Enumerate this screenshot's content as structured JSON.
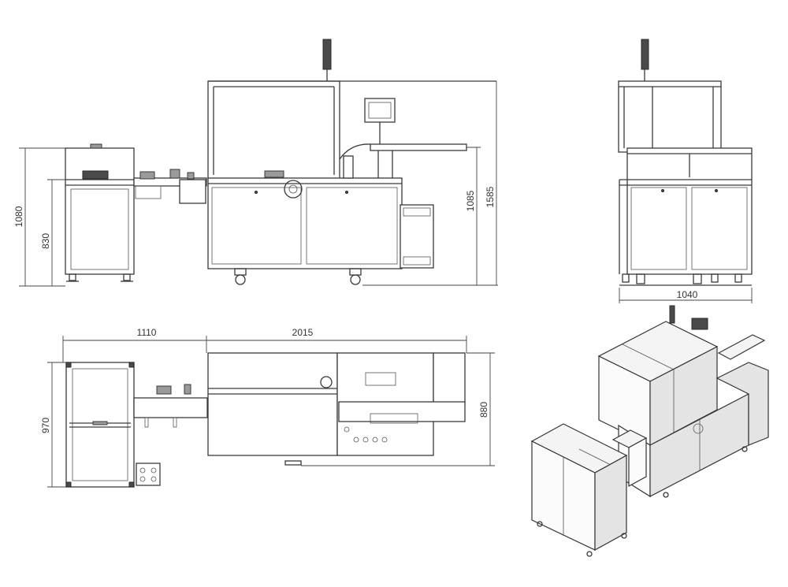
{
  "dimensions": {
    "front": {
      "total_height": "1585",
      "machine_height": "1085",
      "feeder_height": "1080",
      "feeder_table_height": "830"
    },
    "side": {
      "width": "1040"
    },
    "top": {
      "feeder_length": "1110",
      "machine_length": "2015",
      "feeder_depth": "970",
      "machine_depth": "880"
    }
  },
  "icons": {
    "signal_tower": "signal-tower-icon",
    "touch_screen": "touch-screen-icon",
    "caster": "caster-wheel-icon"
  }
}
